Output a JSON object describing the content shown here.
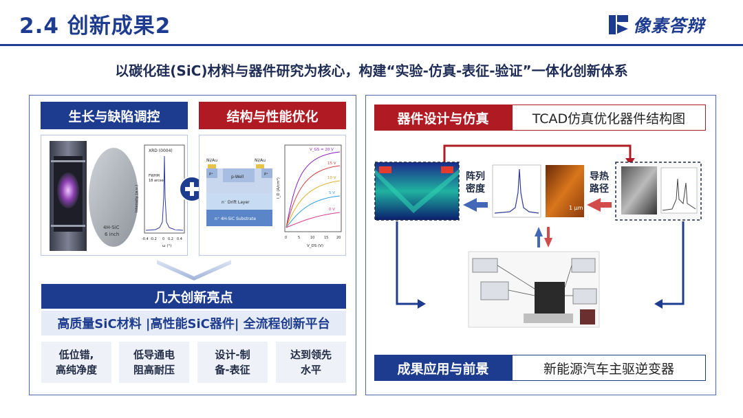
{
  "header": {
    "title": "2.4  创新成果2",
    "logo_text": "像素答辩"
  },
  "subtitle": "以碳化硅(SiC)材料与器件研究为核心，构建“实验-仿真-表征-验证”一体化创新体系",
  "left": {
    "tag_growth": "生长与缺陷调控",
    "tag_structure": "结构与性能优化",
    "highlights_title": "几大创新亮点",
    "highlights_line": "高质量SiC材料 |高性能SiC器件| 全流程创新平台",
    "cards": [
      {
        "l1": "低位错,",
        "l2": "高纯净度"
      },
      {
        "l1": "低导通电",
        "l2": "阻高耐压"
      },
      {
        "l1": "设计-制",
        "l2": "备-表征"
      },
      {
        "l1": "达到领先",
        "l2": "水平"
      }
    ],
    "fig1": {
      "wafer_label": "4H-SiC",
      "wafer_size": "6 inch",
      "xrd_title": "XRD (0004)",
      "xrd_note1": "FWHM",
      "xrd_note2": "18 arcsec",
      "xrd_ylabel": "Intensity (a.u.)",
      "xrd_xticks": [
        "-0.4",
        "-0.2",
        "0",
        "0.2",
        "0.4"
      ],
      "xrd_xlabel": "ω (°)"
    },
    "fig2": {
      "contact1": "Ni/Au",
      "contact2": "Ni/Au",
      "pplus1": "P⁺",
      "pplus2": "P⁺",
      "pwell": "p-Well",
      "drift": "n⁻ Drift Layer",
      "substrate": "n⁺ 4H-SiC Substrate",
      "iv_curves": [
        "V_GS = 20 V",
        "15 V",
        "10 V",
        "5 V",
        "0 V"
      ],
      "iv_ylabel": "I_D (A/cm²)",
      "iv_xlabel": "V_DS (V)",
      "iv_xticks": [
        "0",
        "5",
        "10",
        "15",
        "20"
      ]
    }
  },
  "right": {
    "tag_design": "器件设计与仿真",
    "caption_design": "TCAD仿真优化器件结构图",
    "tag_app": "成果应用与前景",
    "caption_app": "新能源汽车主驱逆变器",
    "label_density_1": "阵列",
    "label_density_2": "密度",
    "label_heat_1": "导热",
    "label_heat_2": "路径",
    "afm_scale": "1 μm"
  },
  "colors": {
    "brand_blue": "#1e3c8f",
    "brand_red": "#b01a22"
  }
}
